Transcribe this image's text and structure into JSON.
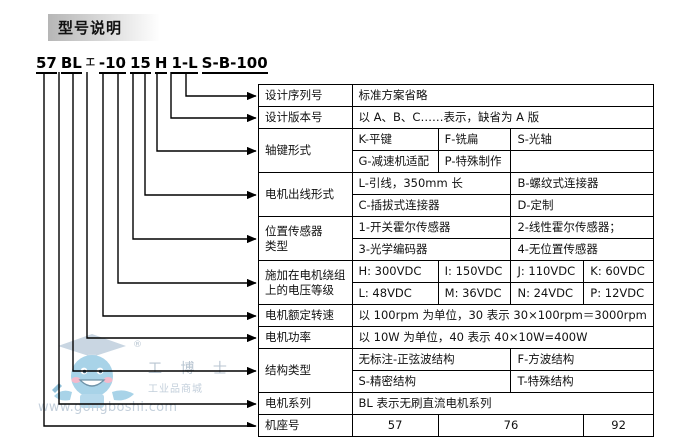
{
  "title": "型号说明",
  "model_code": {
    "segments": [
      "57",
      "BL",
      "工",
      "-10",
      "15",
      "H",
      "1-L",
      "S-B-100"
    ],
    "full": "57 BL 工 -10 15 H 1-L S-B-100"
  },
  "watermark": {
    "brand_cn": "工 博 士",
    "sub_cn": "工业品商城",
    "url": "www.gongboshi.com",
    "registered_mark": "®"
  },
  "rows": [
    {
      "label": "设计序列号",
      "cells": [
        {
          "text": "标准方案省略",
          "span": 4
        }
      ]
    },
    {
      "label": "设计版本号",
      "cells": [
        {
          "text": "以 A、B、C……表示，缺省为 A 版",
          "span": 4
        }
      ]
    },
    {
      "label": "轴键形式",
      "cells": [
        {
          "text": "K-平键",
          "span": 1
        },
        {
          "text": "F-铣扁",
          "span": 1
        },
        {
          "text": "S-光轴",
          "span": 2
        },
        {
          "text": "G-减速机适配",
          "span": 1
        },
        {
          "text": "P-特殊制作",
          "span": 1
        },
        {
          "text": "",
          "span": 2
        }
      ]
    },
    {
      "label": "电机出线形式",
      "cells": [
        {
          "text": "L-引线，350mm 长",
          "span": 2
        },
        {
          "text": "B-螺纹式连接器",
          "span": 2
        },
        {
          "text": "C-插拔式连接器",
          "span": 2
        },
        {
          "text": "D-定制",
          "span": 2
        }
      ]
    },
    {
      "label": "位置传感器\n类型",
      "cells": [
        {
          "text": "1-开关霍尔传感器",
          "span": 2
        },
        {
          "text": "2-线性霍尔传感器；",
          "span": 2
        },
        {
          "text": "3-光学编码器",
          "span": 2
        },
        {
          "text": "4-无位置传感器",
          "span": 2
        }
      ]
    },
    {
      "label": "施加在电机绕组\n上的电压等级",
      "cells": [
        {
          "text": "H: 300VDC",
          "span": 1
        },
        {
          "text": "I: 150VDC",
          "span": 1
        },
        {
          "text": "J: 110VDC",
          "span": 1
        },
        {
          "text": "K: 60VDC",
          "span": 1
        },
        {
          "text": "L: 48VDC",
          "span": 1
        },
        {
          "text": "M: 36VDC",
          "span": 1
        },
        {
          "text": "N: 24VDC",
          "span": 1
        },
        {
          "text": "P: 12VDC",
          "span": 1
        }
      ]
    },
    {
      "label": "电机额定转速",
      "cells": [
        {
          "text": "以 100rpm 为单位，30 表示 30×100rpm＝3000rpm",
          "span": 4
        }
      ]
    },
    {
      "label": "电机功率",
      "cells": [
        {
          "text": "以 10W 为单位，40 表示 40×10W=400W",
          "span": 4
        }
      ]
    },
    {
      "label": "结构类型",
      "cells": [
        {
          "text": "无标注-正弦波结构",
          "span": 2
        },
        {
          "text": "F-方波结构",
          "span": 2
        },
        {
          "text": "S-精密结构",
          "span": 2
        },
        {
          "text": "T-特殊结构",
          "span": 2
        }
      ]
    },
    {
      "label": "电机系列",
      "cells": [
        {
          "text": "BL 表示无刷直流电机系列",
          "span": 4
        }
      ]
    },
    {
      "label": "机座号",
      "cells": [
        {
          "text": "57",
          "span": 1,
          "center": true
        },
        {
          "text": "76",
          "span": 2,
          "center": true
        },
        {
          "text": "92",
          "span": 1,
          "center": true
        }
      ]
    }
  ]
}
